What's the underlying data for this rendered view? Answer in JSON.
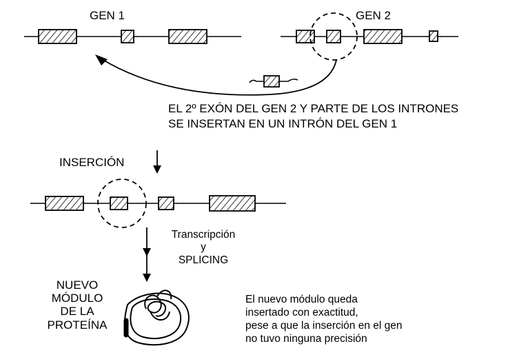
{
  "genes": {
    "gene1_label": "GEN 1",
    "gene2_label": "GEN 2"
  },
  "captions": {
    "insertion_line1": "EL 2º EXÓN DEL GEN 2 Y PARTE DE LOS INTRONES",
    "insertion_line2": "SE INSERTAN EN UN INTRÓN DEL GEN 1",
    "insertion_step": "INSERCIÓN",
    "transcription_line1": "Transcripción",
    "transcription_line2": "y",
    "transcription_line3": "SPLICING",
    "new_module_line1": "NUEVO",
    "new_module_line2": "MÓDULO",
    "new_module_line3": "DE LA",
    "new_module_line4": "PROTEÍNA",
    "result_line1": "El nuevo módulo queda",
    "result_line2": "insertado con exactitud,",
    "result_line3": "pese a que la inserción en el gen",
    "result_line4": "no tuvo ninguna precisión"
  },
  "style": {
    "ink": "#000000",
    "background": "#ffffff"
  }
}
